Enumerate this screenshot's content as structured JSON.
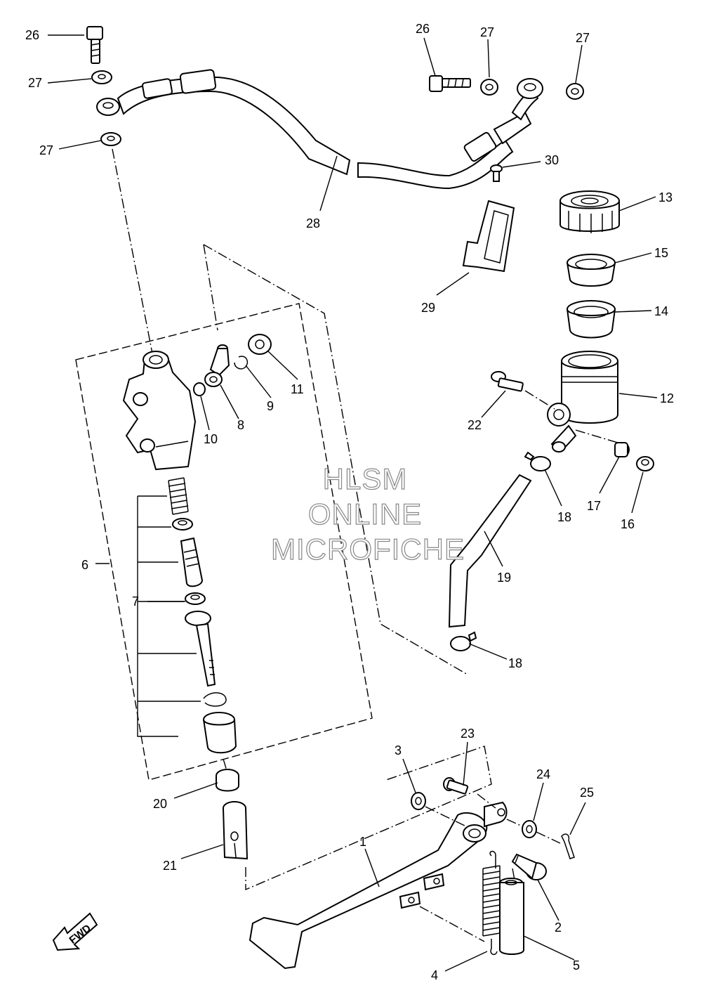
{
  "callouts": {
    "c1": "1",
    "c2": "2",
    "c3": "3",
    "c4": "4",
    "c5": "5",
    "c6": "6",
    "c7": "7",
    "c8": "8",
    "c9": "9",
    "c10": "10",
    "c11": "11",
    "c12": "12",
    "c13": "13",
    "c14": "14",
    "c15": "15",
    "c16": "16",
    "c17": "17",
    "c18a": "18",
    "c18b": "18",
    "c19": "19",
    "c20": "20",
    "c21": "21",
    "c22": "22",
    "c23": "23",
    "c24": "24",
    "c25": "25",
    "c26a": "26",
    "c26b": "26",
    "c27a": "27",
    "c27b": "27",
    "c27c": "27",
    "c27d": "27",
    "c28": "28",
    "c29": "29",
    "c30": "30"
  },
  "watermark": {
    "line1": "HLSM",
    "line2": "ONLINE",
    "line3": "MICROFICHE"
  },
  "direction_marker": {
    "label": "FWD"
  }
}
